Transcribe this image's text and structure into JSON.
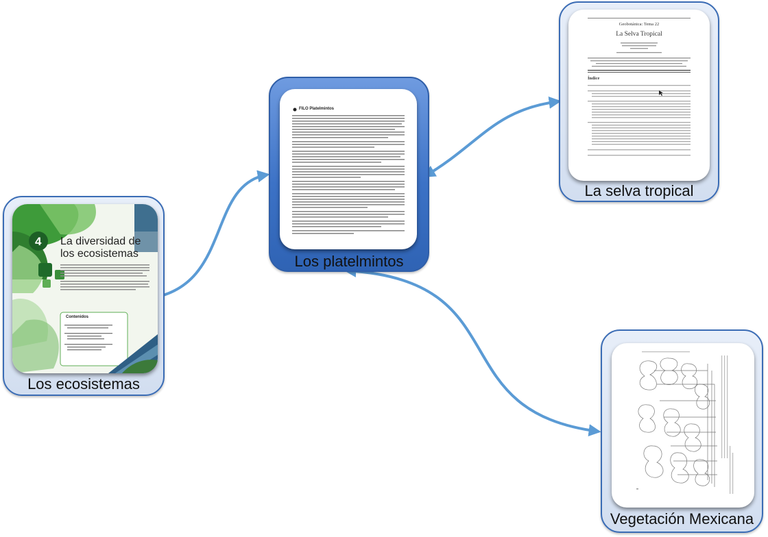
{
  "nodes": {
    "center": {
      "label": "Los platelmintos",
      "doc_heading": "FILO Platelmintos"
    },
    "tropical": {
      "label": "La selva tropical",
      "doc_course": "Geobotánica: Tema 22",
      "doc_title": "La Selva Tropical",
      "doc_index": "Índice"
    },
    "ecosistemas": {
      "label": "Los ecosistemas",
      "doc_number": "4",
      "doc_title_line1": "La diversidad de",
      "doc_title_line2": "los ecosistemas",
      "doc_contents": "Contenidos"
    },
    "vegetacion": {
      "label": "Vegetación Mexicana"
    }
  },
  "colors": {
    "connector": "#5b9bd5",
    "node_border": "#3a6cb5",
    "center_fill": "#3c72c6",
    "outer_fill": "#dbe5f3"
  }
}
